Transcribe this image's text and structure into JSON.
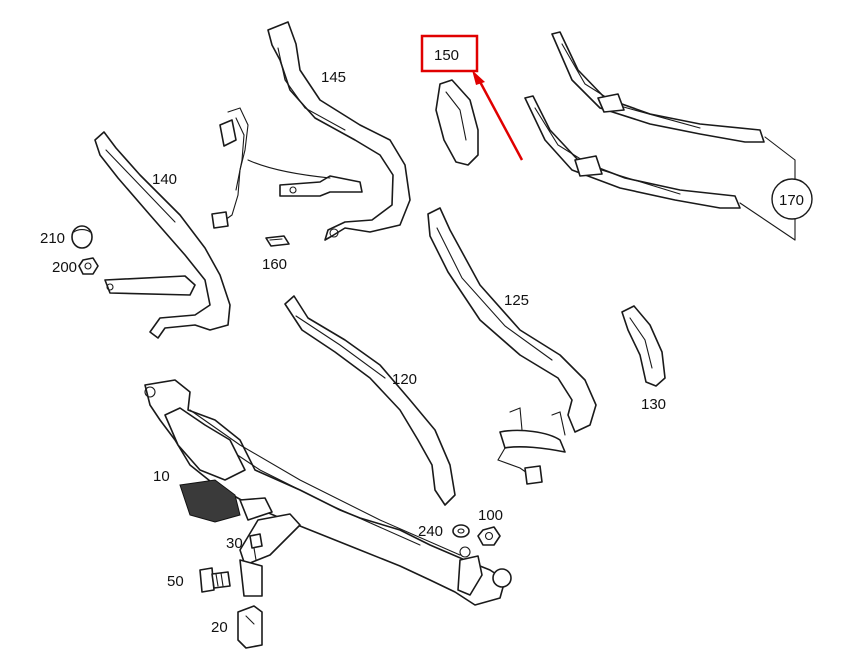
{
  "labels": {
    "p145": "145",
    "p150": "150",
    "p170": "170",
    "p140": "140",
    "p210": "210",
    "p200": "200",
    "p160": "160",
    "p125": "125",
    "p120": "120",
    "p130": "130",
    "p10": "10",
    "p100": "100",
    "p240": "240",
    "p30": "30",
    "p50": "50",
    "p20": "20"
  },
  "colors": {
    "highlight": "#e00000",
    "line": "#1a1a1a"
  }
}
